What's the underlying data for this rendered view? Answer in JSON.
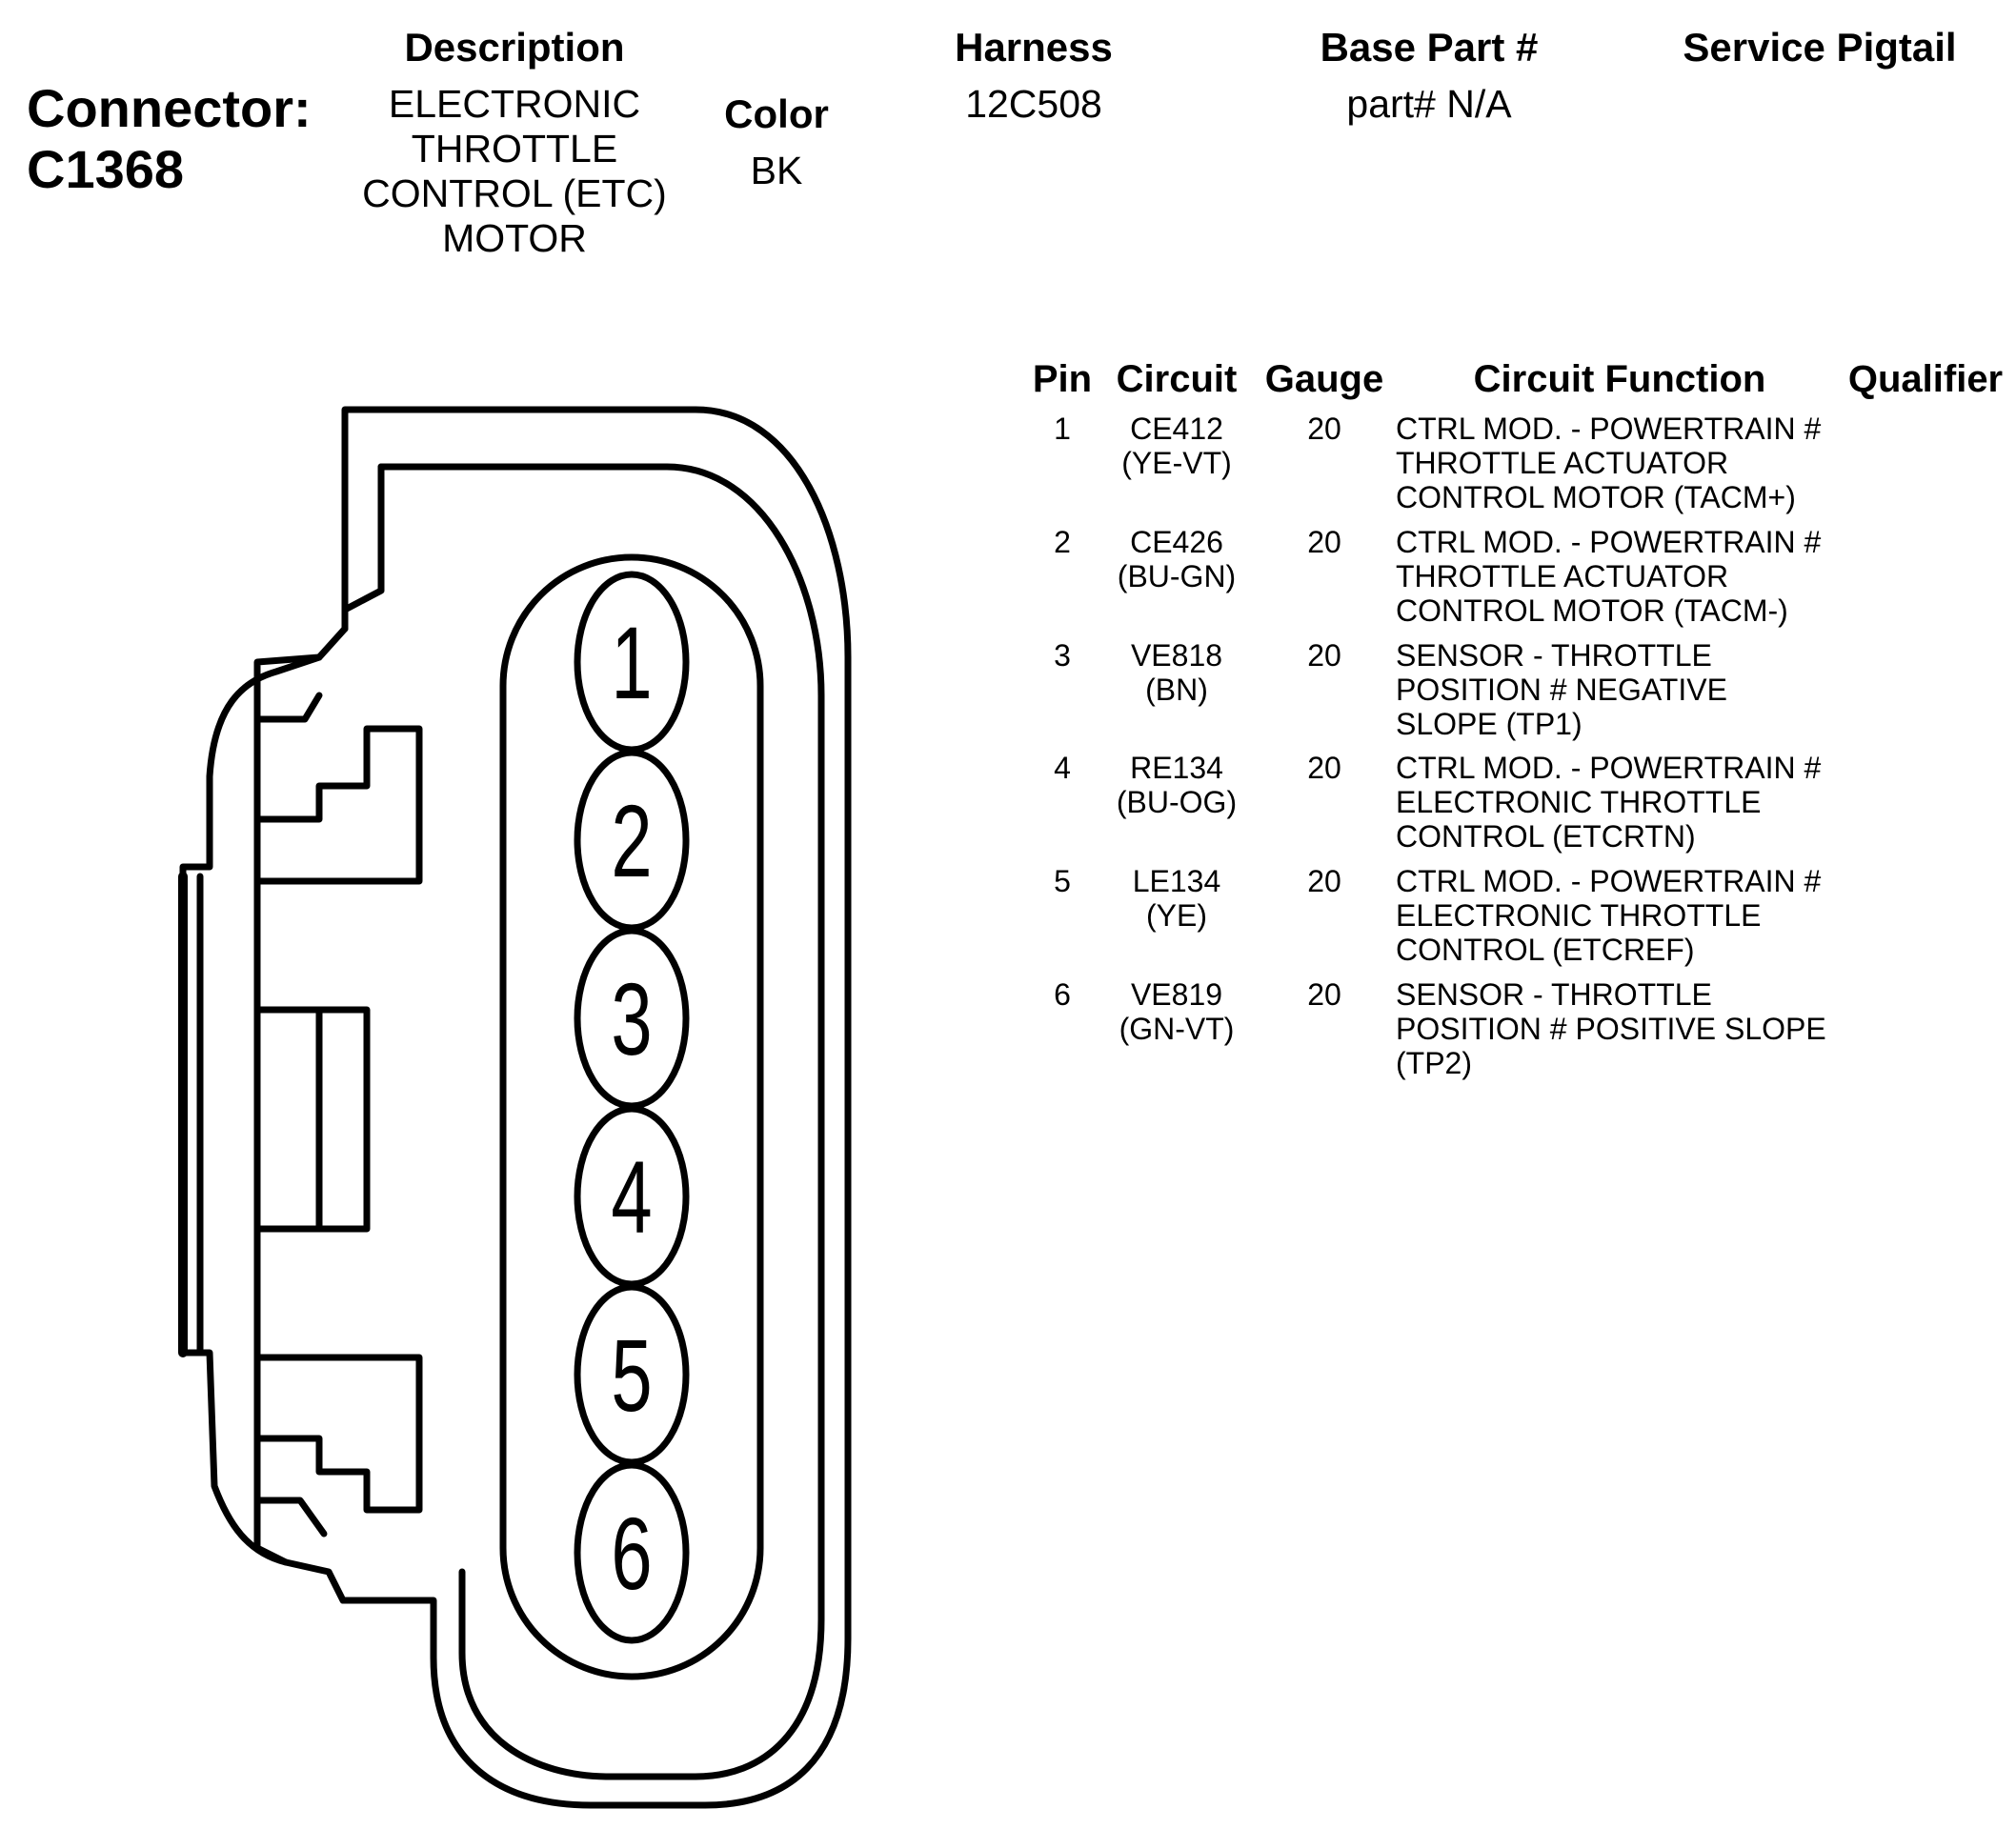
{
  "connector": {
    "label": "Connector:",
    "id": "C1368"
  },
  "header": {
    "description_label": "Description",
    "description_lines": [
      "ELECTRONIC",
      "THROTTLE",
      "CONTROL (ETC)",
      "MOTOR"
    ],
    "color_label": "Color",
    "color_value": "BK",
    "harness_label": "Harness",
    "harness_value": "12C508",
    "base_part_label": "Base Part #",
    "base_part_value": "part# N/A",
    "service_pigtail_label": "Service Pigtail"
  },
  "table": {
    "columns": [
      "Pin",
      "Circuit",
      "Gauge",
      "Circuit Function",
      "Qualifier"
    ],
    "rows": [
      {
        "pin": "1",
        "circuit": [
          "CE412",
          "(YE-VT)"
        ],
        "gauge": "20",
        "function": [
          "CTRL MOD. - POWERTRAIN #",
          "THROTTLE ACTUATOR",
          "CONTROL MOTOR (TACM+)"
        ],
        "qualifier": ""
      },
      {
        "pin": "2",
        "circuit": [
          "CE426",
          "(BU-GN)"
        ],
        "gauge": "20",
        "function": [
          "CTRL MOD. - POWERTRAIN #",
          "THROTTLE ACTUATOR",
          "CONTROL MOTOR (TACM-)"
        ],
        "qualifier": ""
      },
      {
        "pin": "3",
        "circuit": [
          "VE818",
          "(BN)"
        ],
        "gauge": "20",
        "function": [
          "SENSOR - THROTTLE",
          "POSITION # NEGATIVE",
          "SLOPE (TP1)"
        ],
        "qualifier": ""
      },
      {
        "pin": "4",
        "circuit": [
          "RE134",
          "(BU-OG)"
        ],
        "gauge": "20",
        "function": [
          "CTRL MOD. - POWERTRAIN #",
          "ELECTRONIC THROTTLE",
          "CONTROL (ETCRTN)"
        ],
        "qualifier": ""
      },
      {
        "pin": "5",
        "circuit": [
          "LE134",
          "(YE)"
        ],
        "gauge": "20",
        "function": [
          "CTRL MOD. - POWERTRAIN #",
          "ELECTRONIC THROTTLE",
          "CONTROL (ETCREF)"
        ],
        "qualifier": ""
      },
      {
        "pin": "6",
        "circuit": [
          "VE819",
          "(GN-VT)"
        ],
        "gauge": "20",
        "function": [
          "SENSOR - THROTTLE",
          "POSITION # POSITIVE SLOPE",
          "(TP2)"
        ],
        "qualifier": ""
      }
    ]
  },
  "diagram": {
    "pins": [
      "1",
      "2",
      "3",
      "4",
      "5",
      "6"
    ]
  }
}
